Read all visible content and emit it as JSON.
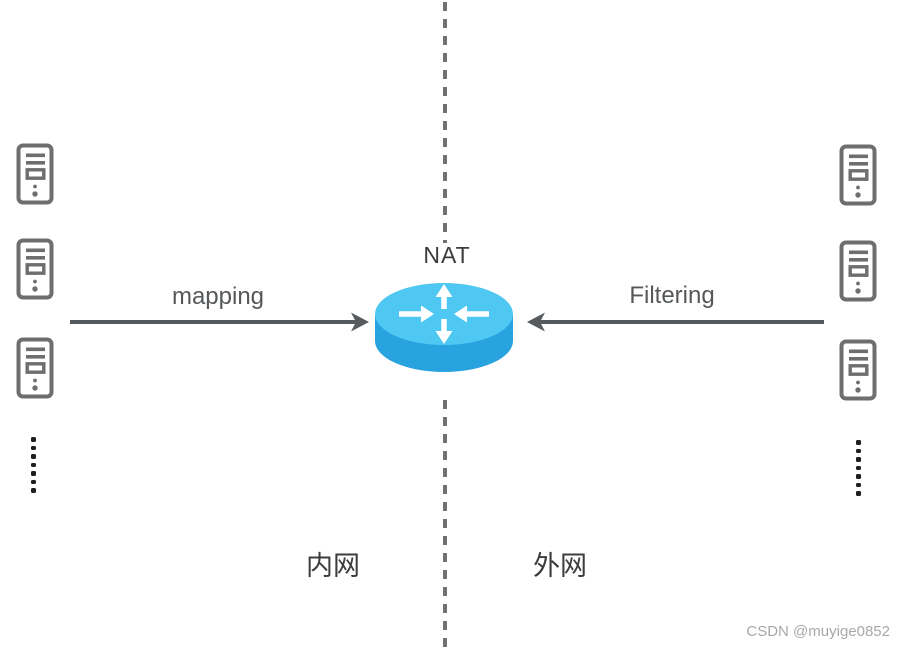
{
  "diagram": {
    "router_label": "NAT",
    "left_arrow_label": "mapping",
    "right_arrow_label": "Filtering",
    "left_zone_label": "内网",
    "right_zone_label": "外网",
    "watermark": "CSDN @muyige0852",
    "icons": {
      "router": "nat-router-icon",
      "server": "server-icon",
      "ellipsis": "vertical-ellipsis-dots"
    },
    "colors": {
      "router_top": "#4ec7f2",
      "router_side": "#29a3e0",
      "router_glyph": "#ffffff",
      "flow_arrow": "#565a5c",
      "server_icon": "#6e6e6e",
      "boundary_line": "#707070",
      "label_text": "#3c3c3c",
      "arrow_label_text": "#55585a",
      "watermark_text": "#a8a8a8",
      "background": "#ffffff"
    },
    "left_server_count": 3,
    "right_server_count": 3,
    "ellipsis_dot_count": 7
  }
}
